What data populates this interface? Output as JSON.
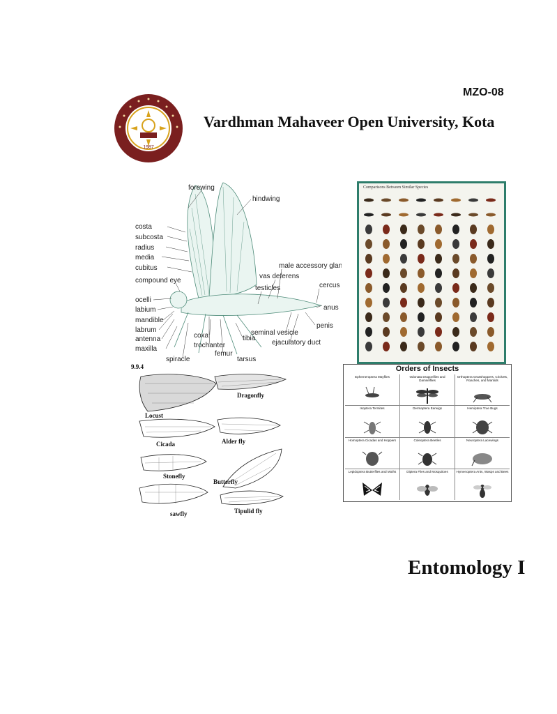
{
  "header": {
    "course_code": "MZO-08",
    "university": "Vardhman Mahaveer Open University, Kota"
  },
  "logo": {
    "year": "1987",
    "icon": "university-seal-icon",
    "colors": {
      "ring": "#7a1f1f",
      "gold": "#d8a21c"
    }
  },
  "anatomy": {
    "labels": [
      "forewing",
      "hindwing",
      "costa",
      "subcosta",
      "radius",
      "media",
      "cubitus",
      "compound eye",
      "ocelli",
      "labium",
      "mandible",
      "labrum",
      "antenna",
      "maxilla",
      "spiracle",
      "coxa",
      "trochanter",
      "femur",
      "tibia",
      "tarsus",
      "male accessory gland",
      "vas deferens",
      "testicles",
      "cercus",
      "anus",
      "penis",
      "seminal vesicle",
      "ejaculatory duct"
    ]
  },
  "wings": {
    "figure_number": "9.9.4",
    "labels": [
      "Locust",
      "Dragonfly",
      "Cicada",
      "Alder fly",
      "Stonefly",
      "Butterfly",
      "sawfly",
      "Tipulid fly"
    ]
  },
  "poster": {
    "title": "Comparisons Between Similar Species"
  },
  "orders": {
    "title": "Orders of Insects",
    "cells": [
      "Ephemeroptera Mayflies",
      "Odonata Dragonflies and Damselflies",
      "Orthoptera Grasshoppers, Crickets, Roaches, and Mantids",
      "Isoptera Termites",
      "Dermaptera Earwigs",
      "Hemiptera True Bugs",
      "Homoptera Cicadas and Hoppers",
      "Coleoptera Beetles",
      "Neuroptera Lacewings",
      "Lepidoptera Butterflies and Moths",
      "Diptera Flies and Mosquitoes",
      "Hymenoptera Ants, Wasps and Bees"
    ]
  },
  "footer": {
    "subject": "Entomology I"
  }
}
